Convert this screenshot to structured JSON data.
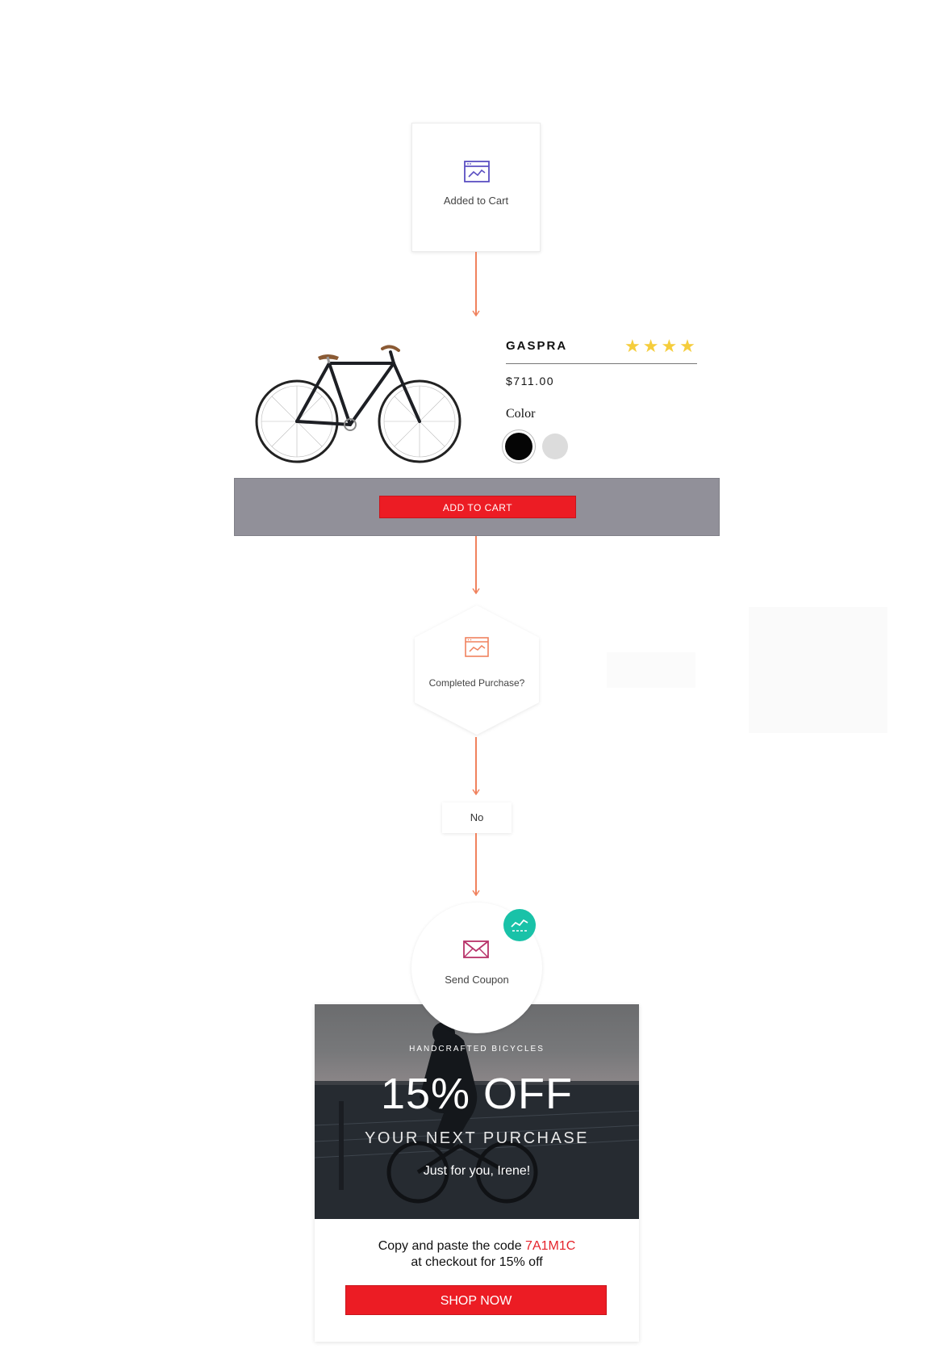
{
  "trigger": {
    "label": "Added to Cart",
    "icon": "browser-chart-icon"
  },
  "product": {
    "name": "GASPRA",
    "rating": 4,
    "rating_stars": "★★★★",
    "price": "$711.00",
    "color_label": "Color",
    "swatches": [
      "#050505",
      "#dcdcdc"
    ],
    "button_label": "ADD TO CART"
  },
  "decision": {
    "label": "Completed Purchase?",
    "icon": "browser-chart-icon"
  },
  "branch": {
    "label": "No"
  },
  "action": {
    "label": "Send Coupon",
    "icon": "envelope-icon",
    "badge_icon": "chart-line-icon"
  },
  "email": {
    "tagline": "HANDCRAFTED BICYCLES",
    "headline": "15% OFF",
    "subheadline": "YOUR NEXT PURCHASE",
    "greeting": "Just for you, Irene!",
    "copy_prefix": "Copy and paste the code",
    "code": "7A1M1C",
    "copy_suffix": "at checkout for 15% off",
    "button_label": "SHOP NOW"
  },
  "colors": {
    "connector": "#f0825e",
    "accent_red": "#ec1c24",
    "badge": "#19c2a8",
    "trigger_icon": "#5b4fc2",
    "decision_icon": "#f0825e",
    "envelope_icon": "#b8336a",
    "star": "#f5cd3c"
  }
}
